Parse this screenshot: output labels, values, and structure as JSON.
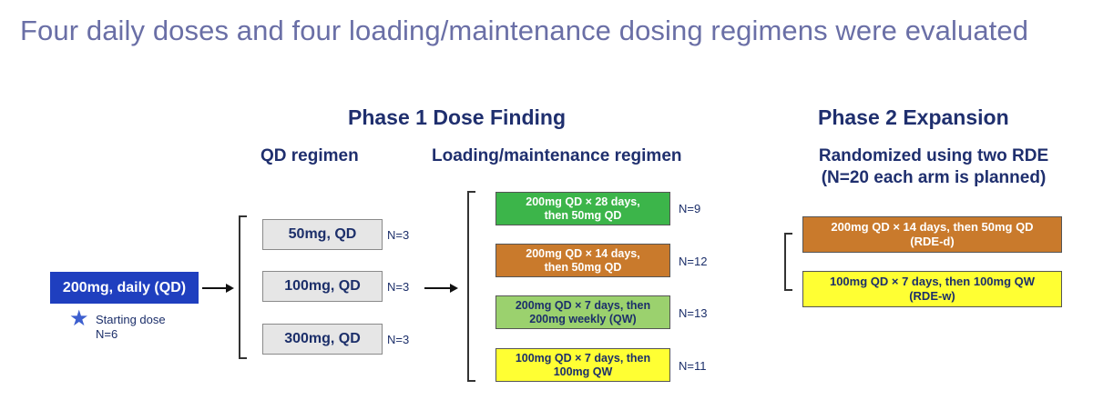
{
  "title": "Four daily doses and four loading/maintenance dosing regimens were evaluated",
  "phase1": {
    "title": "Phase 1 Dose Finding",
    "qd_header": "QD regimen",
    "lm_header": "Loading/maintenance regimen"
  },
  "start": {
    "label": "200mg, daily (QD)",
    "caption": "Starting dose",
    "n": "N=6",
    "icon": "star-icon",
    "color": "#1f3fbf"
  },
  "qd_arms": [
    {
      "label": "50mg, QD",
      "n": "N=3"
    },
    {
      "label": "100mg, QD",
      "n": "N=3"
    },
    {
      "label": "300mg, QD",
      "n": "N=3"
    }
  ],
  "lm_arms": [
    {
      "line1": "200mg QD × 28 days,",
      "line2": "then 50mg QD",
      "n": "N=9",
      "color": "#3cb54a"
    },
    {
      "line1": "200mg QD × 14 days,",
      "line2": "then 50mg QD",
      "n": "N=12",
      "color": "#c97a2c"
    },
    {
      "line1": "200mg QD × 7 days, then",
      "line2": "200mg weekly (QW)",
      "n": "N=13",
      "color": "#9bd16e"
    },
    {
      "line1": "100mg QD × 7 days, then",
      "line2": "100mg QW",
      "n": "N=11",
      "color": "#ffff33"
    }
  ],
  "phase2": {
    "title": "Phase 2 Expansion",
    "subtitle_line1": "Randomized using two RDE",
    "subtitle_line2": "(N=20 each arm is planned)",
    "arms": [
      {
        "line1": "200mg QD × 14 days, then 50mg QD",
        "line2": "(RDE-d)",
        "color": "#c97a2c"
      },
      {
        "line1": "100mg QD × 7 days, then 100mg QW",
        "line2": "(RDE-w)",
        "color": "#ffff33"
      }
    ]
  }
}
